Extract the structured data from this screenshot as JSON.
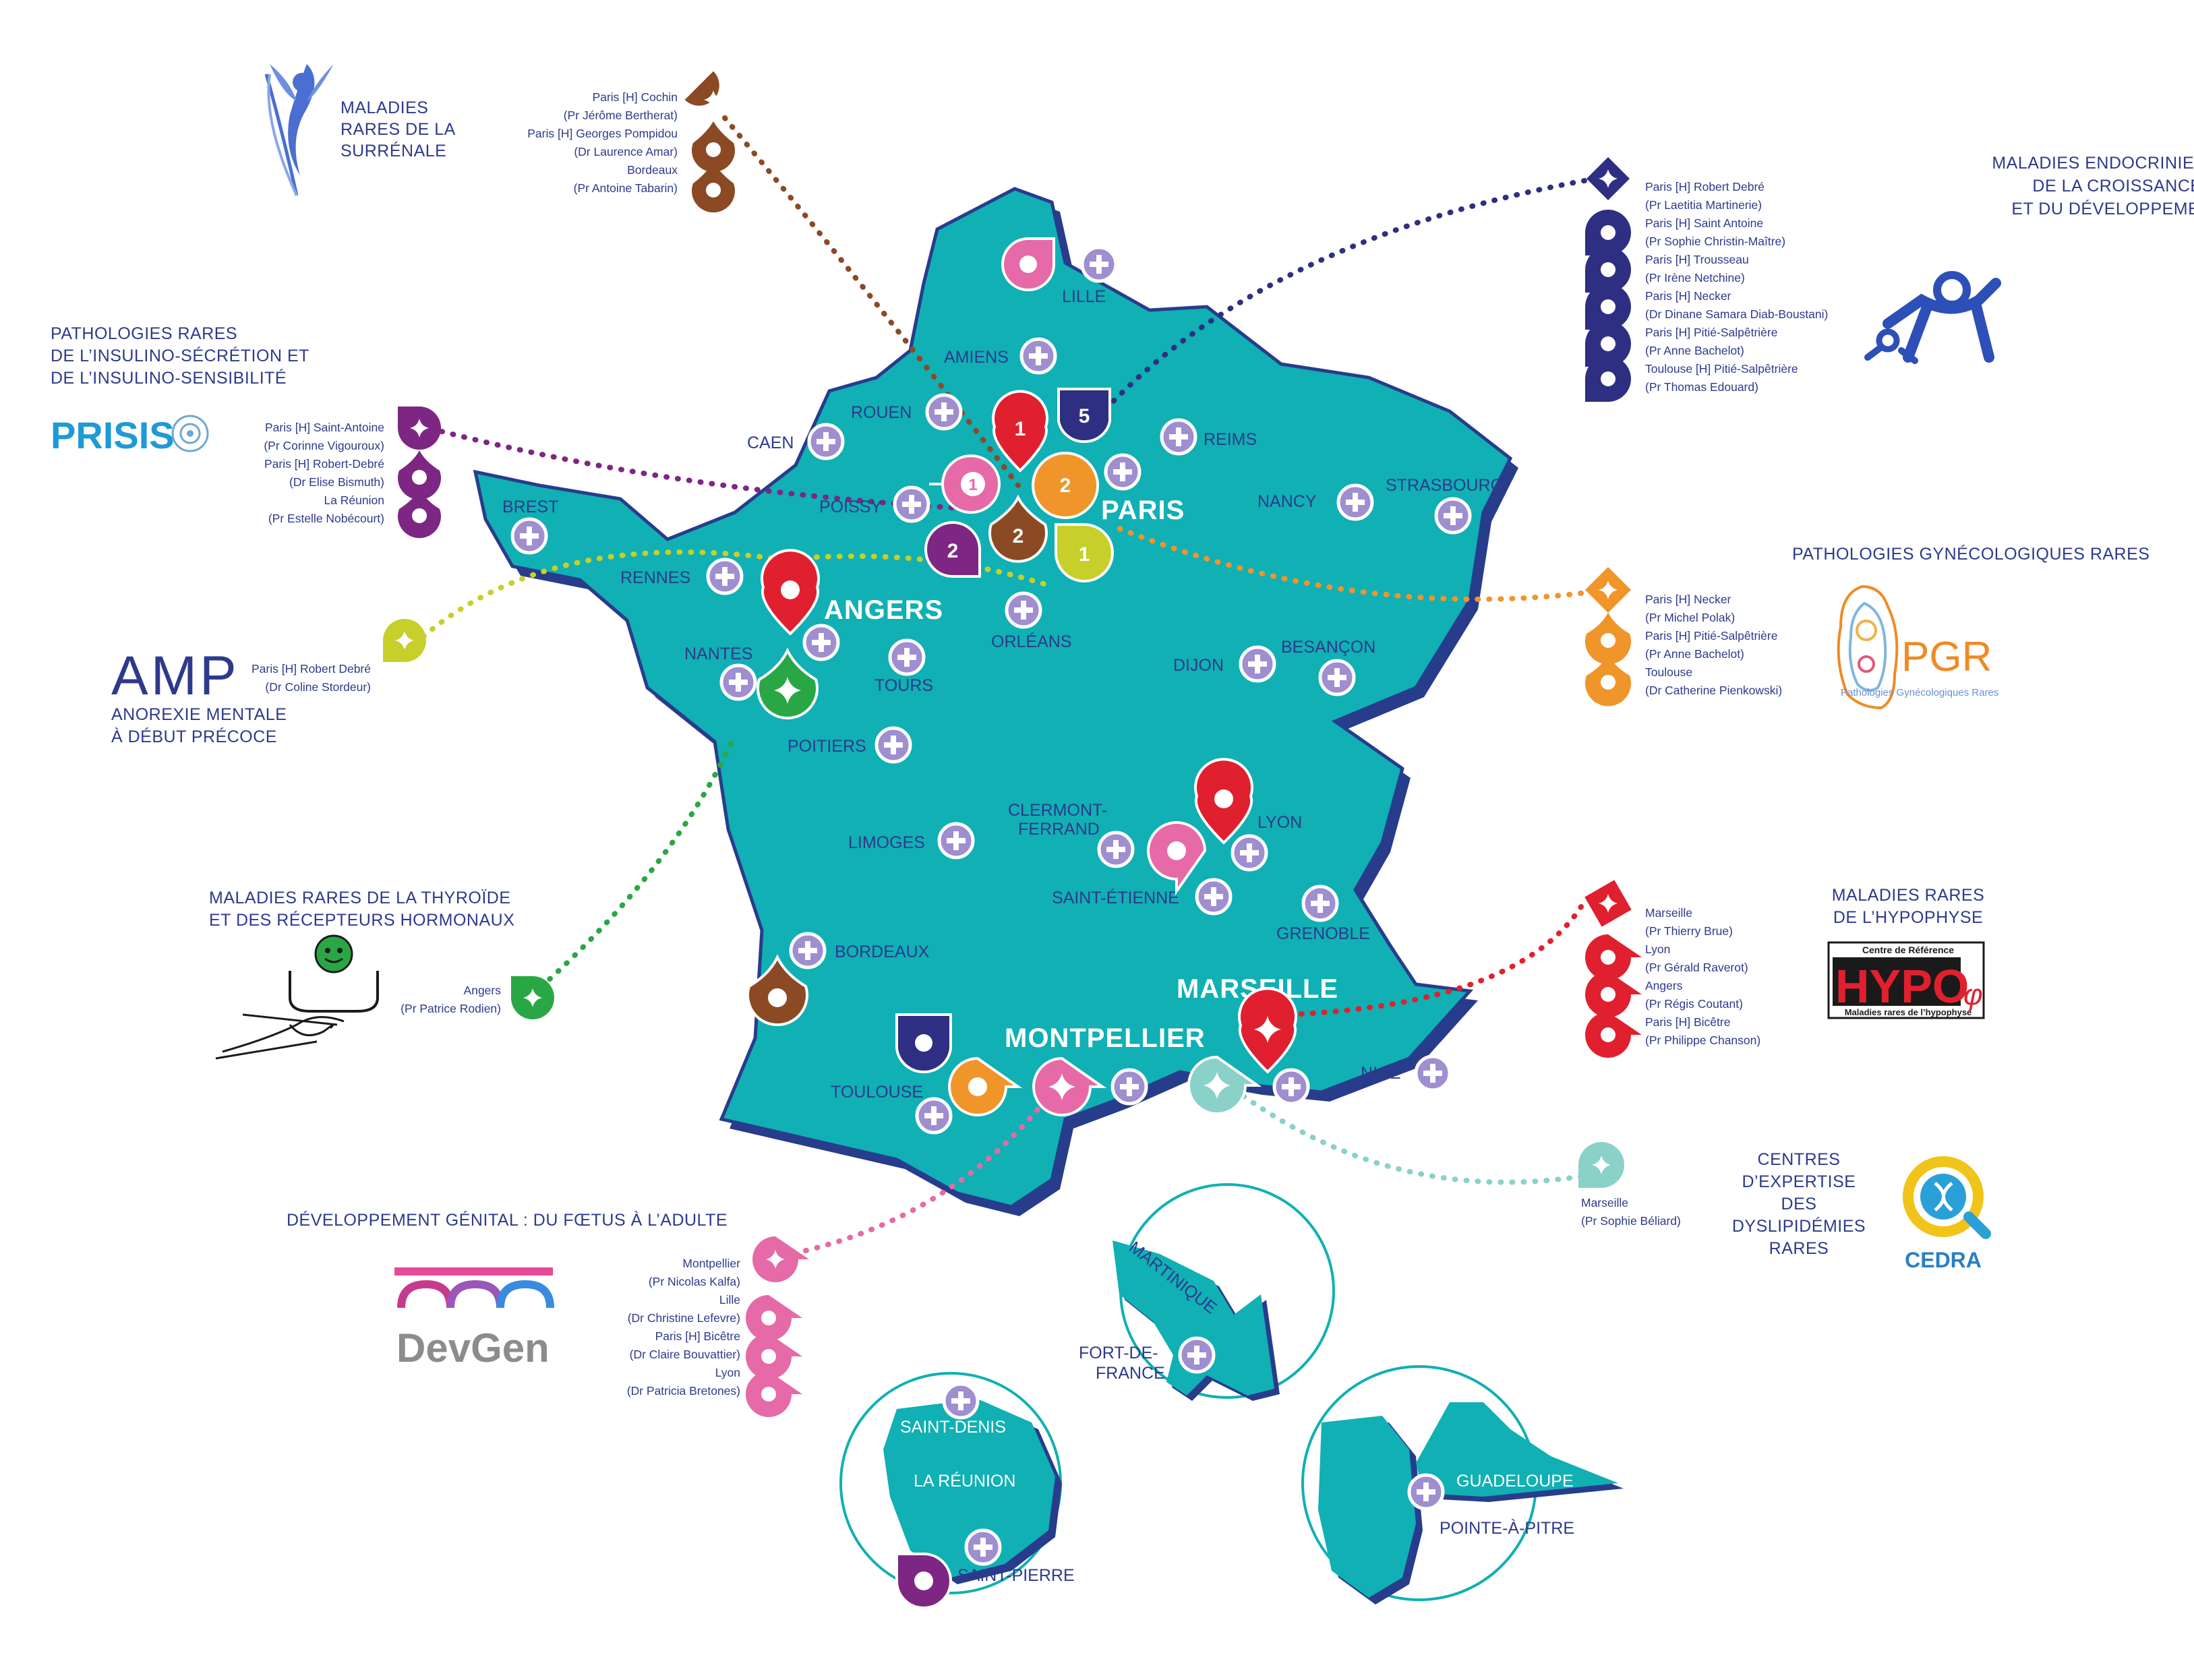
{
  "colors": {
    "france_fill": "#10b0b4",
    "france_edge": "#283c8c",
    "plus_fill": "#9f8ed0",
    "text": "#2d3a8c",
    "surrenale": "#8b4a24",
    "croissance": "#2e2f82",
    "prisis": "#7d2684",
    "gyneco": "#f0952a",
    "amp": "#c7cf2a",
    "thyroide": "#2aa745",
    "hypophyse": "#e0202e",
    "dyslipidemie": "#8ad1c8",
    "devgen": "#e66aa7"
  },
  "networks": {
    "surrenale": {
      "title": [
        "MALADIES",
        "RARES DE LA",
        "SURRÉNALE"
      ],
      "contacts": [
        "Paris [H] Cochin",
        "(Pr Jérôme Bertherat)",
        "Paris [H] Georges Pompidou",
        "(Dr Laurence Amar)",
        "Bordeaux",
        "(Pr Antoine Tabarin)"
      ]
    },
    "croissance": {
      "title": [
        "MALADIES ENDOCRINIENNES",
        "DE LA CROISSANCE",
        "ET DU DÉVELOPPEMENT"
      ],
      "contacts": [
        "Paris [H] Robert Debré",
        "(Pr Laetitia Martinerie)",
        "Paris [H] Saint Antoine",
        "(Pr Sophie Christin-Maître)",
        "Paris [H] Trousseau",
        "(Pr Irène Netchine)",
        "Paris [H] Necker",
        "(Dr Dinane Samara Diab-Boustani)",
        "Paris [H] Pitié-Salpêtrière",
        "(Pr Anne Bachelot)",
        "Toulouse [H] Pitié-Salpêtrière",
        "(Pr Thomas Edouard)"
      ]
    },
    "prisis": {
      "title": [
        "PATHOLOGIES RARES",
        "DE L’INSULINO-SÉCRÉTION ET",
        "DE L’INSULINO-SENSIBILITÉ"
      ],
      "logo": "PRISIS",
      "contacts": [
        "Paris [H] Saint-Antoine",
        "(Pr Corinne Vigouroux)",
        "Paris [H] Robert-Debré",
        "(Dr Elise Bismuth)",
        "La Réunion",
        "(Pr Estelle Nobécourt)"
      ]
    },
    "gyneco": {
      "title": [
        "PATHOLOGIES GYNÉCOLOGIQUES RARES"
      ],
      "logo": "PGR",
      "logo_sub": "Pathologies Gynécologiques Rares",
      "contacts": [
        "Paris [H] Necker",
        "(Pr Michel Polak)",
        "Paris [H] Pitié-Salpêtrière",
        "(Pr Anne Bachelot)",
        "Toulouse",
        "(Dr Catherine Pienkowski)"
      ]
    },
    "amp": {
      "title": [
        "ANOREXIE MENTALE",
        "À DÉBUT PRÉCOCE"
      ],
      "logo": "AMP",
      "contacts": [
        "Paris [H] Robert Debré",
        "(Dr Coline Stordeur)"
      ]
    },
    "thyroide": {
      "title": [
        "MALADIES RARES DE LA THYROÏDE",
        "ET DES RÉCEPTEURS HORMONAUX"
      ],
      "contacts": [
        "Angers",
        "(Pr Patrice Rodien)"
      ]
    },
    "hypophyse": {
      "title": [
        "MALADIES RARES",
        "DE L’HYPOPHYSE"
      ],
      "logo_top": "Centre de Référence",
      "logo_main": "HYPO",
      "logo_sub": "Maladies rares de l’hypophyse",
      "contacts": [
        "Marseille",
        "(Pr Thierry Brue)",
        "Lyon",
        "(Pr Gérald Raverot)",
        "Angers",
        "(Pr Régis Coutant)",
        "Paris [H] Bicêtre",
        "(Pr Philippe Chanson)"
      ]
    },
    "dyslipidemie": {
      "title": [
        "CENTRES",
        "D’EXPERTISE",
        "DES",
        "DYSLIPIDÉMIES",
        "RARES"
      ],
      "logo": "CEDRA",
      "contacts": [
        "Marseille",
        "(Pr Sophie Béliard)"
      ]
    },
    "devgen": {
      "title": [
        "DÉVELOPPEMENT GÉNITAL : DU FŒTUS À L’ADULTE"
      ],
      "logo": "DevGen",
      "contacts": [
        "Montpellier",
        "(Pr Nicolas Kalfa)",
        "Lille",
        "(Dr Christine Lefevre)",
        "Paris [H] Bicêtre",
        "(Dr Claire Bouvattier)",
        "Lyon",
        "(Dr Patricia Bretones)"
      ]
    }
  },
  "cities": {
    "lille": "LILLE",
    "amiens": "AMIENS",
    "rouen": "ROUEN",
    "caen": "CAEN",
    "reims": "REIMS",
    "brest": "BREST",
    "poissy": "POISSY",
    "nancy": "NANCY",
    "strasbourg": "STRASBOURG",
    "rennes": "RENNES",
    "orleans": "ORLÉANS",
    "nantes": "NANTES",
    "tours": "TOURS",
    "dijon": "DIJON",
    "besancon": "BESANÇON",
    "poitiers": "POITIERS",
    "limoges": "LIMOGES",
    "clermont": [
      "CLERMONT-",
      "FERRAND"
    ],
    "lyon": "LYON",
    "saint_etienne": "SAINT-ÉTIENNE",
    "grenoble": "GRENOBLE",
    "bordeaux": "BORDEAUX",
    "toulouse": "TOULOUSE",
    "nice": "NICE"
  },
  "big_cities": {
    "paris": "PARIS",
    "angers": "ANGERS",
    "marseille": "MARSEILLE",
    "montpellier": "MONTPELLIER"
  },
  "paris_pin_numbers": [
    "1",
    "5",
    "1",
    "2",
    "2",
    "2",
    "1"
  ],
  "islands": {
    "martinique": "MARTINIQUE",
    "fort_de_france": [
      "FORT-DE-",
      "FRANCE"
    ],
    "saint_denis": "SAINT-DENIS",
    "la_reunion": "LA RÉUNION",
    "saint_pierre": "SAINT-PIERRE",
    "guadeloupe": "GUADELOUPE",
    "pointe_a_pitre": "POINTE-À-PITRE"
  }
}
